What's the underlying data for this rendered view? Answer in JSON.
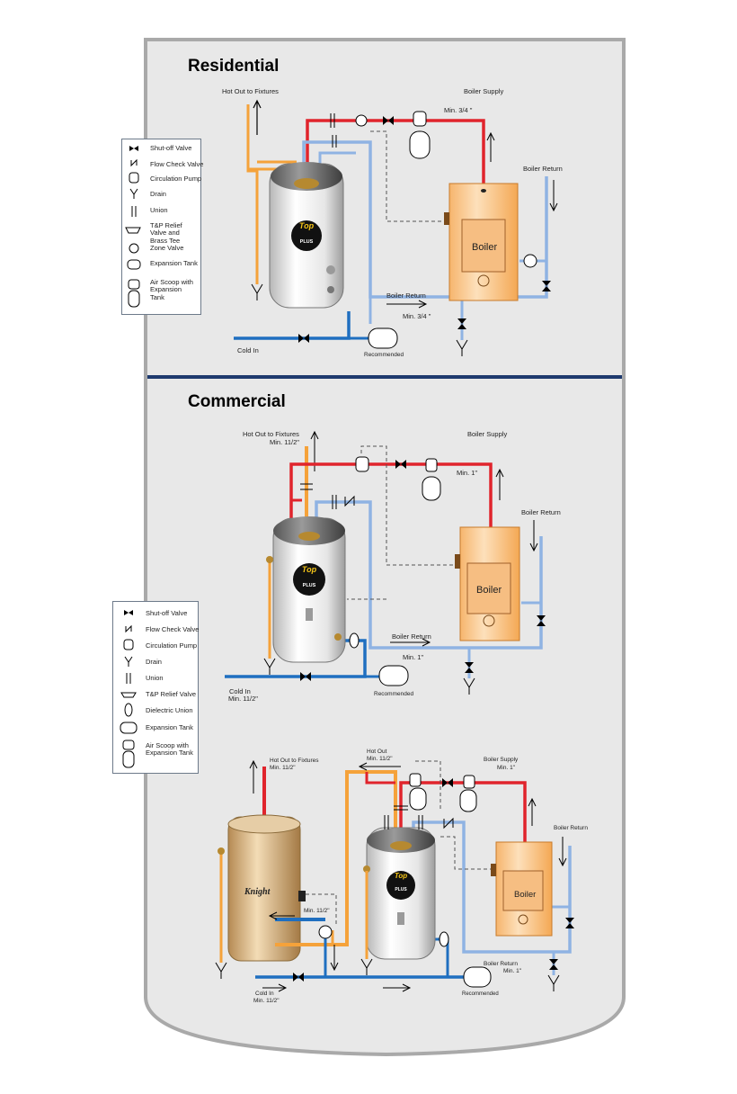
{
  "sections": {
    "residential": {
      "title": "Residential",
      "hot_out": "Hot Out to Fixtures",
      "boiler_supply": "Boiler Supply",
      "min_supply": "Min. 3/4 \"",
      "boiler_return_top": "Boiler Return",
      "boiler": "Boiler",
      "boiler_return": "Boiler Return",
      "min_return": "Min. 3/4 \"",
      "cold_in": "Cold  In",
      "recommended": "Recommended"
    },
    "commercial": {
      "title": "Commercial",
      "hot_out": "Hot Out to Fixtures",
      "hot_out_min": "Min. 11/2\"",
      "boiler_supply": "Boiler Supply",
      "min_supply": "Min. 1\"",
      "boiler_return_top": "Boiler Return",
      "boiler": "Boiler",
      "boiler_return": "Boiler Return",
      "min_return": "Min. 1\"",
      "cold_in": "Cold  In",
      "cold_in_min": "Min. 11/2\"",
      "recommended": "Recommended"
    },
    "third": {
      "hot_out": "Hot Out to Fixtures",
      "hot_out_min": "Min. 11/2\"",
      "hot_out2": "Hot Out",
      "hot_out2_min": "Min. 11/2\"",
      "boiler_supply": "Boiler Supply",
      "min_supply": "Min. 1\"",
      "boiler_return_top": "Boiler Return",
      "boiler": "Boiler",
      "boiler_return": "Boiler Return",
      "min_return": "Min. 1\"",
      "min_mid": "Min. 11/2\"",
      "cold_in": "Cold  In",
      "cold_in_min": "Min. 11/2\"",
      "recommended": "Recommended"
    }
  },
  "legend_residential": [
    "Shut-off Valve",
    "Flow Check Valve",
    "Circulation Pump",
    "Drain",
    "Union",
    "T&P Relief Valve and Brass Tee",
    "Zone Valve",
    "Expansion Tank",
    "Air Scoop with Expansion Tank"
  ],
  "legend_commercial": [
    "Shut-off Valve",
    "Flow Check Valve",
    "Circulation Pump",
    "Drain",
    "Union",
    "T&P Relief Valve",
    "Dielectric Union",
    "Expansion Tank",
    "Air Scoop with Expansion Tank"
  ],
  "heater_logo": {
    "top": "Top",
    "plus": "PLUS"
  },
  "knight_logo": "Knight",
  "colors": {
    "hot": "#f5a23a",
    "supply": "#e0242c",
    "return": "#8fb3e3",
    "cold": "#1f6fc0",
    "boiler": "#f9c58a",
    "panel": "#e8e8e8",
    "divider": "#1e3a6e"
  }
}
